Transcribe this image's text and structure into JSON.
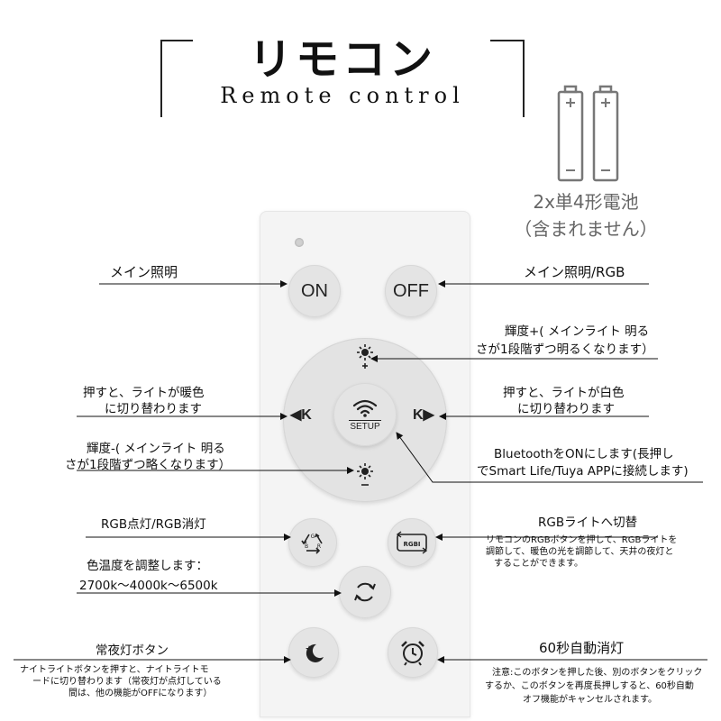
{
  "header": {
    "title": "リモコン",
    "subtitle": "Remote control"
  },
  "battery": {
    "line1": "2x単4形電池",
    "line2": "（含まれません）"
  },
  "buttons": {
    "on": "ON",
    "off": "OFF",
    "k_left": "◀K",
    "k_right": "K▶",
    "setup": "SETUP",
    "rgb_cycle_text": "RGBI⟲"
  },
  "labels": {
    "main_light": "メイン照明",
    "main_light_rgb": "メイン照明/RGB",
    "brightness_up_1": "輝度+( メインライト 明る",
    "brightness_up_2": "さが1段階ずつ明るくなります）",
    "warm_1": "押すと、ライトが暖色",
    "warm_2": "に切り替わります",
    "white_1": "押すと、ライトが白色",
    "white_2": "に切り替わります",
    "brightness_down_1": "輝度-( メインライト 明る",
    "brightness_down_2": "さが1段階ずつ略くなります）",
    "bluetooth_1": "BluetoothをONにします(長押し",
    "bluetooth_2": "でSmart Life/Tuya APPに接続します)",
    "rgb_toggle": "RGB点灯/RGB消灯",
    "rgb_switch": "RGBライトへ切替",
    "rgb_desc_1": "リモコンのRGBボタンを押して、RGBライトを",
    "rgb_desc_2": "調節して、暖色の光を調節して、天井の夜灯と",
    "rgb_desc_3": "することができます。",
    "color_temp_1": "色温度を調整します：",
    "color_temp_2": "2700k～4000k～6500k",
    "night_light": "常夜灯ボタン",
    "night_desc_1": "ナイトライトボタンを押すと、ナイトライトモ",
    "night_desc_2": "ードに切り替わります（常夜灯が点灯している",
    "night_desc_3": "間は、他の機能がOFFになります）",
    "auto_off": "60秒自動消灯",
    "auto_desc_1": "注意:このボタンを押した後、別のボタンをクリック",
    "auto_desc_2": "するか、このボタンを再度長押しすると、60秒自動",
    "auto_desc_3": "オフ機能がキャンセルされます。"
  }
}
